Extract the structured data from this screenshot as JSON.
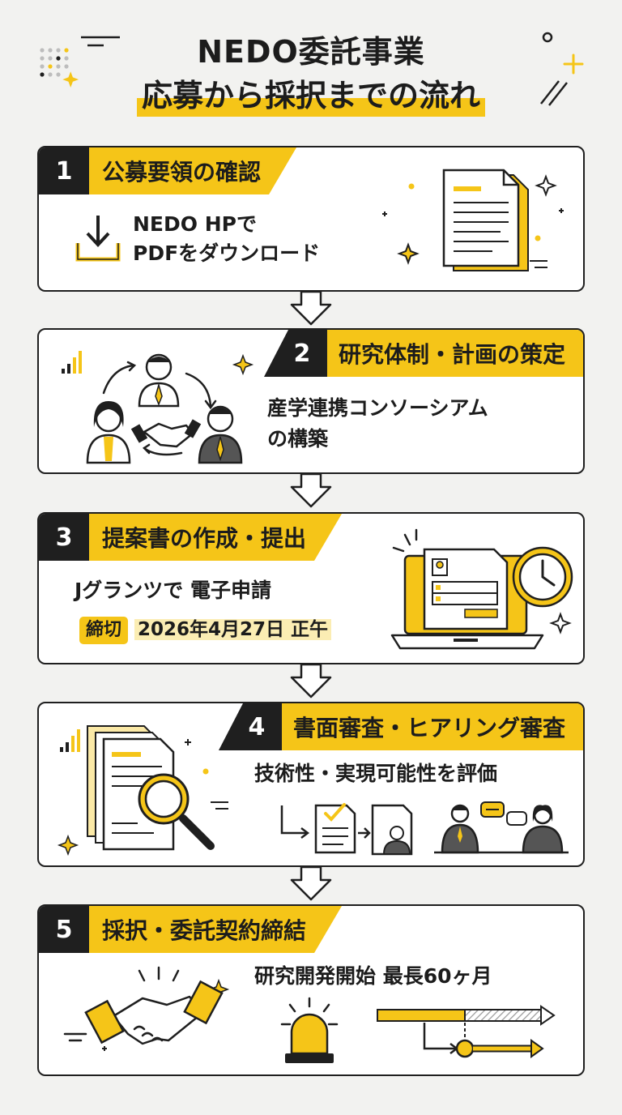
{
  "title": {
    "line1": "NEDO委託事業",
    "line2": "応募から採択までの流れ"
  },
  "steps": [
    {
      "number": "1",
      "label": "公募要領の確認",
      "lines": [
        "NEDO HPで",
        "PDFをダウンロード"
      ]
    },
    {
      "number": "2",
      "label": "研究体制・計画の策定",
      "lines": [
        "産学連携コンソーシアム",
        "の構築"
      ]
    },
    {
      "number": "3",
      "label": "提案書の作成・提出",
      "lines": [
        "Jグランツで  電子申請"
      ],
      "deadline_tag": "締切",
      "deadline_text": "2026年4月27日 正午"
    },
    {
      "number": "4",
      "label": "書面審査・ヒアリング審査",
      "lines": [
        "技術性・実現可能性を評価"
      ]
    },
    {
      "number": "5",
      "label": "採択・委託契約締結",
      "lines": [
        "研究開発開始  最長60ヶ月"
      ]
    }
  ],
  "colors": {
    "accent": "#f5c518",
    "dark": "#1f1f1f",
    "background": "#f2f2f0",
    "card": "#ffffff"
  },
  "icons": [
    "download-icon",
    "document-icon",
    "team-handshake-icon",
    "laptop-form-icon",
    "clock-icon",
    "magnifier-document-icon",
    "review-flow-icon",
    "handshake-icon",
    "alarm-light-icon",
    "timeline-arrow-icon"
  ]
}
